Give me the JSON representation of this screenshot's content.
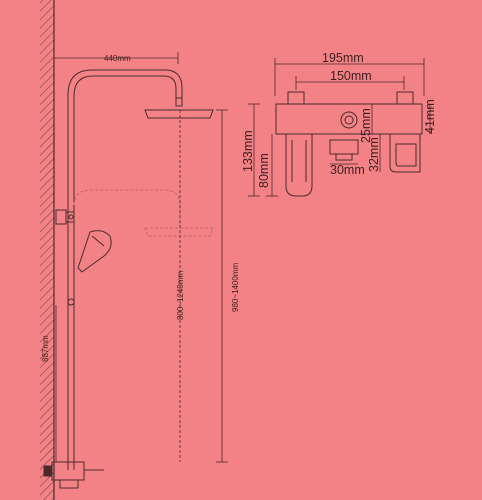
{
  "dimensions": {
    "arm_length": "440mm",
    "rise_range": "800~1240mm",
    "total_height_range": "980~1400mm",
    "wall_bar": "887mm",
    "valve_width": "195mm",
    "valve_spacing": "150mm",
    "valve_height": "133mm",
    "spout_height": "80mm",
    "center_offset": "25mm",
    "outlet_width": "30mm",
    "outlet_depth": "32mm",
    "outlet_height": "41mm"
  },
  "colors": {
    "background": "#f38286",
    "line": "#4a2a2c",
    "faint_line": "#c86468"
  }
}
